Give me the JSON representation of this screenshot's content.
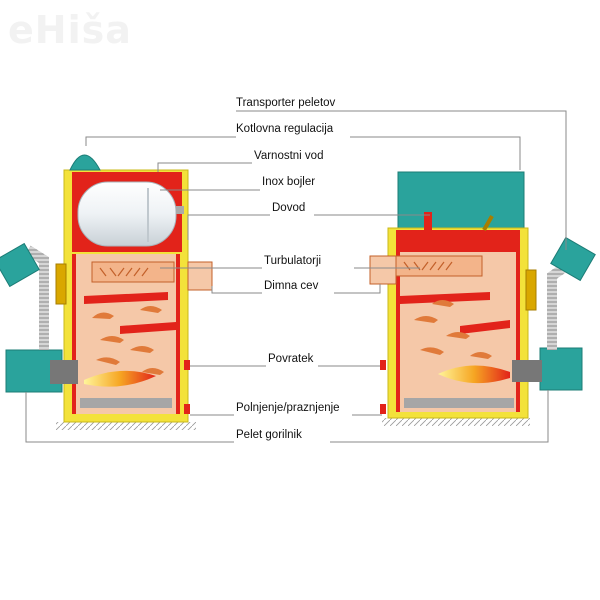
{
  "watermark": "eHiša",
  "labels": {
    "transporter": "Transporter peletov",
    "regulacija": "Kotlovna regulacija",
    "varnostni": "Varnostni vod",
    "inox": "Inox bojler",
    "dovod": "Dovod",
    "turbulatorji": "Turbulatorji",
    "dimna": "Dimna cev",
    "povratek": "Povratek",
    "polnjenje": "Polnjenje/praznjenje",
    "pelet": "Pelet gorilnik"
  },
  "colors": {
    "jacket": "#f3e23a",
    "water": "#e2231a",
    "firebox": "#f5c8a8",
    "teal": "#2aa39c",
    "tealDark": "#1c7c76",
    "leader": "#8a8a8a",
    "flame": "#f08a1e"
  }
}
